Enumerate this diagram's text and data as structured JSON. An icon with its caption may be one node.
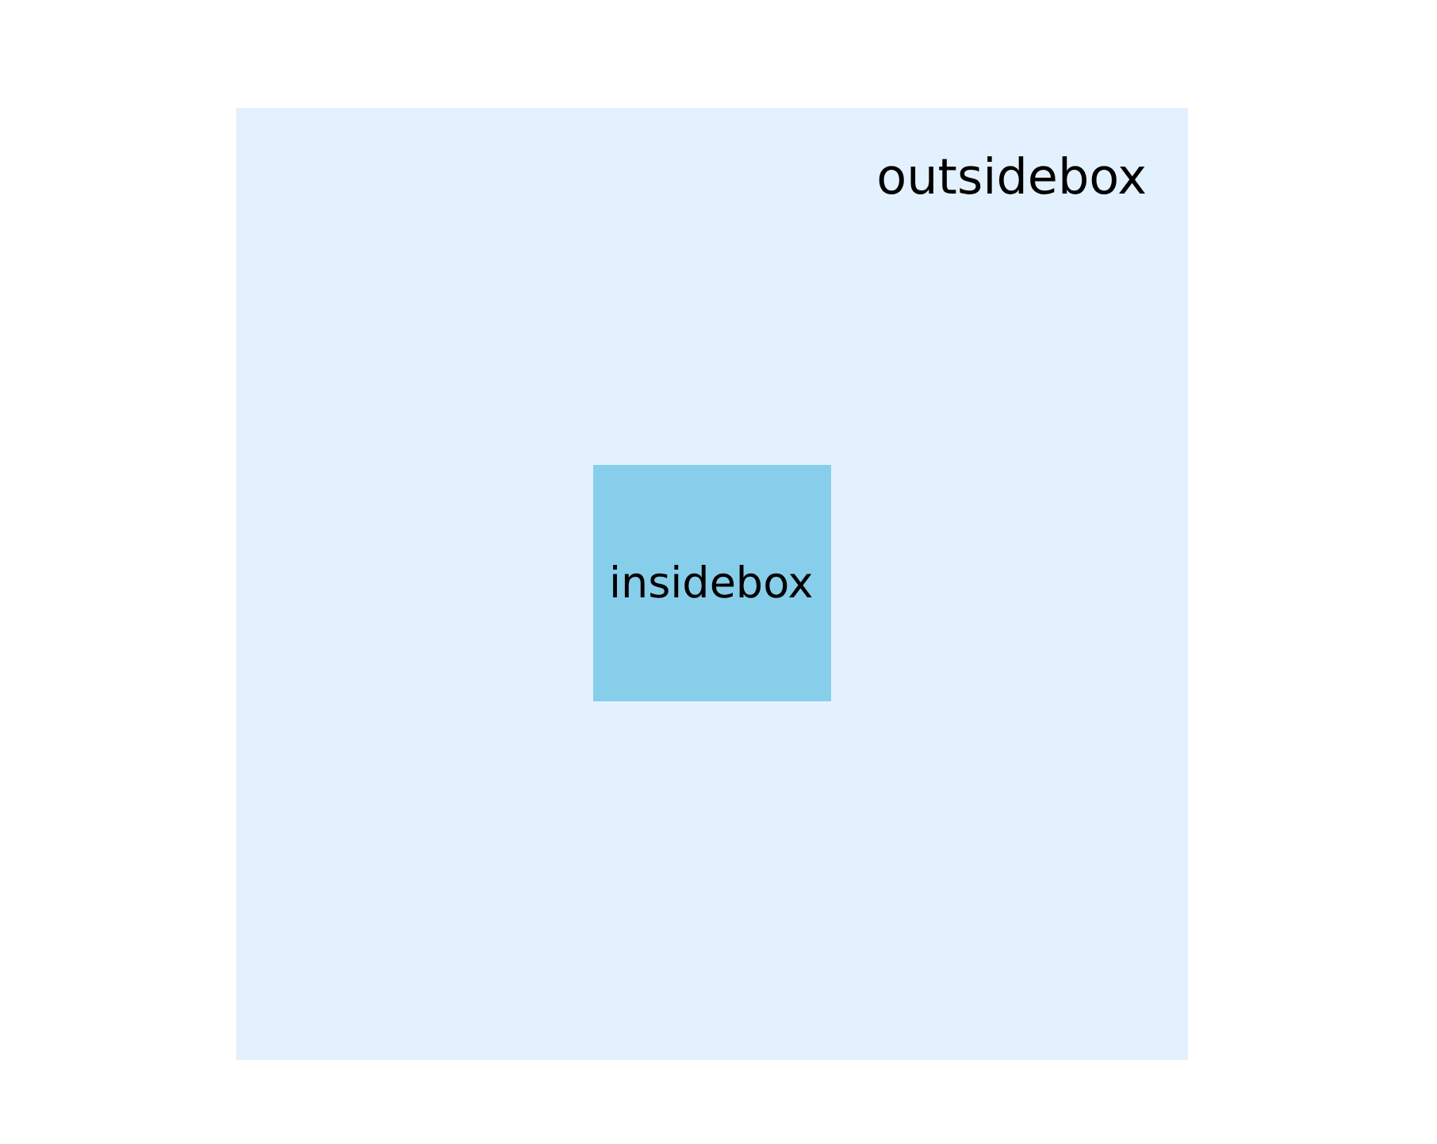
{
  "diagram": {
    "nodes": [
      {
        "text": [
          "outsidebox"
        ]
      },
      {
        "text": [
          "insidebox"
        ],
        "in": 0
      }
    ]
  }
}
